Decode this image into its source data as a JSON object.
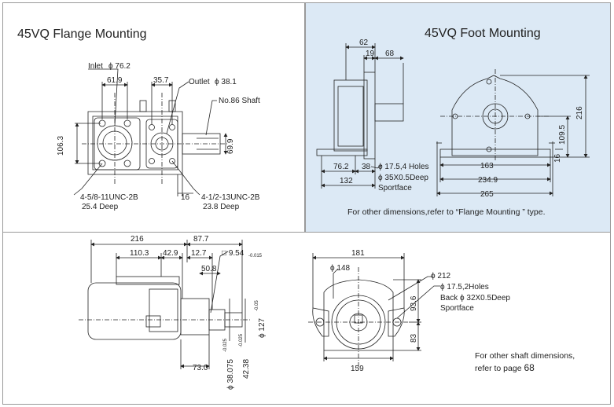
{
  "flange": {
    "title": "45VQ Flange Mounting",
    "inlet": "Inlet",
    "inlet_dia": "ϕ 76.2",
    "outlet": "Outlet",
    "outlet_dia": "ϕ 38.1",
    "shaft": "No.86 Shaft",
    "dim_61_9": "61.9",
    "dim_35_7": "35.7",
    "dim_106_3": "106.3",
    "dim_69_9": "69.9",
    "dim_16": "16",
    "bolt_left_1": "4-5/8-11UNC-2B",
    "bolt_left_2": "25.4 Deep",
    "bolt_right_1": "4-1/2-13UNC-2B",
    "bolt_right_2": "23.8 Deep"
  },
  "foot": {
    "title": "45VQ Foot Mounting",
    "dim_62": "62",
    "dim_19": "19",
    "dim_68": "68",
    "dim_76_2": "76.2",
    "dim_38": "38",
    "dim_132": "132",
    "holes": "ϕ 17.5,4 Holes",
    "spotface_1": "ϕ 35X0.5Deep",
    "spotface_2": "Sportface",
    "dim_163": "163",
    "dim_234_9": "234.9",
    "dim_265": "265",
    "dim_216": "216",
    "dim_109_5": "109.5",
    "dim_16": "16",
    "note": "For other  dimensions,refer to “Flange Mounting ” type."
  },
  "side": {
    "dim_216": "216",
    "dim_87_7": "87.7",
    "dim_110_3": "110.3",
    "dim_42_9": "42.9",
    "dim_12_7": "12.7",
    "key_label": "□ 9.54",
    "key_tol": "-0.015",
    "dim_50_8": "50.8",
    "dim_73_0": "73.0",
    "shaft_dia": "ϕ 38.075",
    "shaft_tol": "-0.025",
    "step_dia": "42.38",
    "step_tol": "-0.025",
    "pilot_dia": "ϕ 127",
    "pilot_tol": "-0.05"
  },
  "front": {
    "dim_181": "181",
    "dim_148": "ϕ 148",
    "dim_212": "ϕ 212",
    "holes": "ϕ 17.5,2Holes",
    "back_1": "Back ϕ 32X0.5Deep",
    "back_2": "Sportface",
    "dim_93_6": "93.6",
    "dim_83": "83",
    "dim_159": "159"
  },
  "footnote": {
    "line1": "For other shaft dimensions,",
    "line2": "refer to page",
    "page": "68"
  }
}
